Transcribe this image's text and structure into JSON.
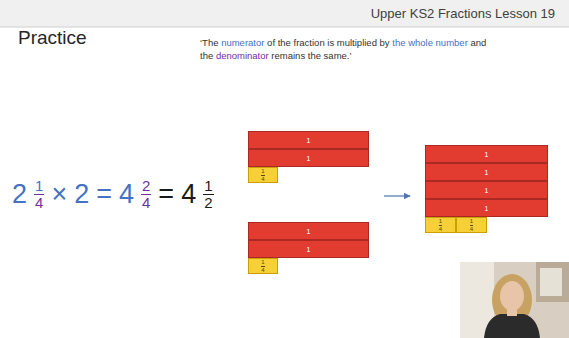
{
  "diagram": {
    "title": "Practice",
    "nodes": [
      {
        "text": [
          "1"
        ]
      },
      {
        "text": [
          "1"
        ]
      },
      {
        "text": [
          "1",
          "4"
        ]
      },
      {
        "text": [
          "1"
        ]
      },
      {
        "text": [
          "1"
        ]
      },
      {
        "text": [
          "1",
          "4"
        ]
      },
      {
        "text": [
          "1"
        ]
      },
      {
        "text": [
          "1"
        ]
      },
      {
        "text": [
          "1"
        ]
      },
      {
        "text": [
          "1"
        ]
      },
      {
        "text": [
          "1",
          "4"
        ]
      },
      {
        "text": [
          "1",
          "4"
        ]
      }
    ],
    "labels": [
      "Upper KS2 Fractions Lesson 19",
      "‘The",
      "numerator",
      "of the fraction is multiplied by",
      "the whole number",
      "and the",
      "denominator",
      "remains the same.’",
      "2",
      "1",
      "4",
      "×",
      "2",
      "=",
      "4",
      "2",
      "4",
      "=",
      "4",
      "1",
      "2"
    ]
  }
}
